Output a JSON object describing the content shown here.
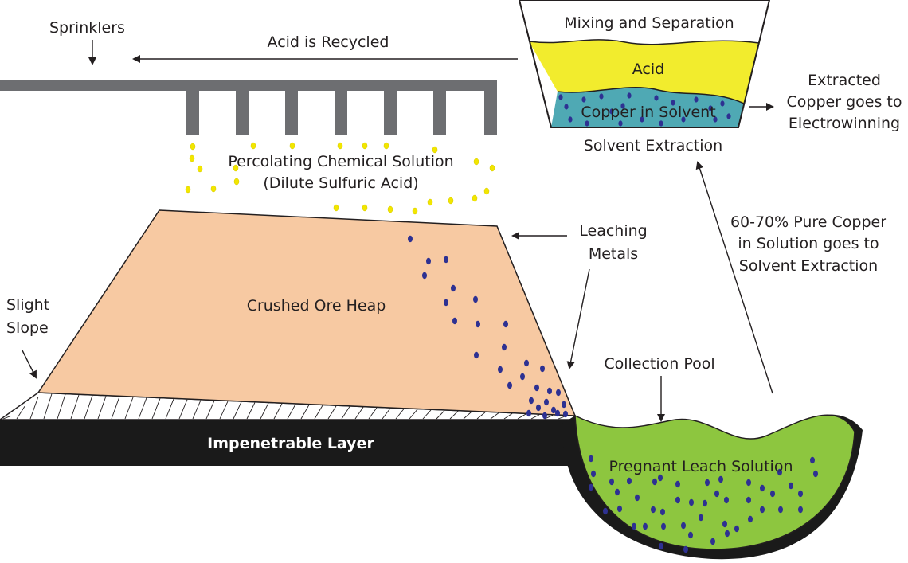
{
  "colors": {
    "sprinkler": "#6d6e71",
    "acid_drop": "#f2e600",
    "copper_dot": "#2e3192",
    "ore_heap": "#f7c9a2",
    "impenetrable": "#1a1a1a",
    "pool": "#8dc63f",
    "acid_layer": "#f2ec2d",
    "solvent_layer": "#4fa9b4",
    "text": "#231f20"
  },
  "labels": {
    "sprinklers": "Sprinklers",
    "acid_recycled": "Acid is Recycled",
    "mixing_separation": "Mixing and Separation",
    "acid": "Acid",
    "copper_in_solvent": "Copper in Solvent",
    "solvent_extraction": "Solvent Extraction",
    "extracted_line1": "Extracted",
    "extracted_line2": "Copper goes to",
    "extracted_line3": "Electrowinning",
    "percolating_line1": "Percolating Chemical Solution",
    "percolating_line2": "(Dilute Sulfuric Acid)",
    "leaching_line1": "Leaching",
    "leaching_line2": "Metals",
    "crushed_ore_heap": "Crushed Ore Heap",
    "slight_line1": "Slight",
    "slight_line2": "Slope",
    "pure_copper_line1": "60-70% Pure Copper",
    "pure_copper_line2": "in Solution goes to",
    "pure_copper_line3": "Solvent Extraction",
    "collection_pool": "Collection Pool",
    "impenetrable_layer": "Impenetrable Layer",
    "pregnant_leach": "Pregnant Leach Solution"
  }
}
